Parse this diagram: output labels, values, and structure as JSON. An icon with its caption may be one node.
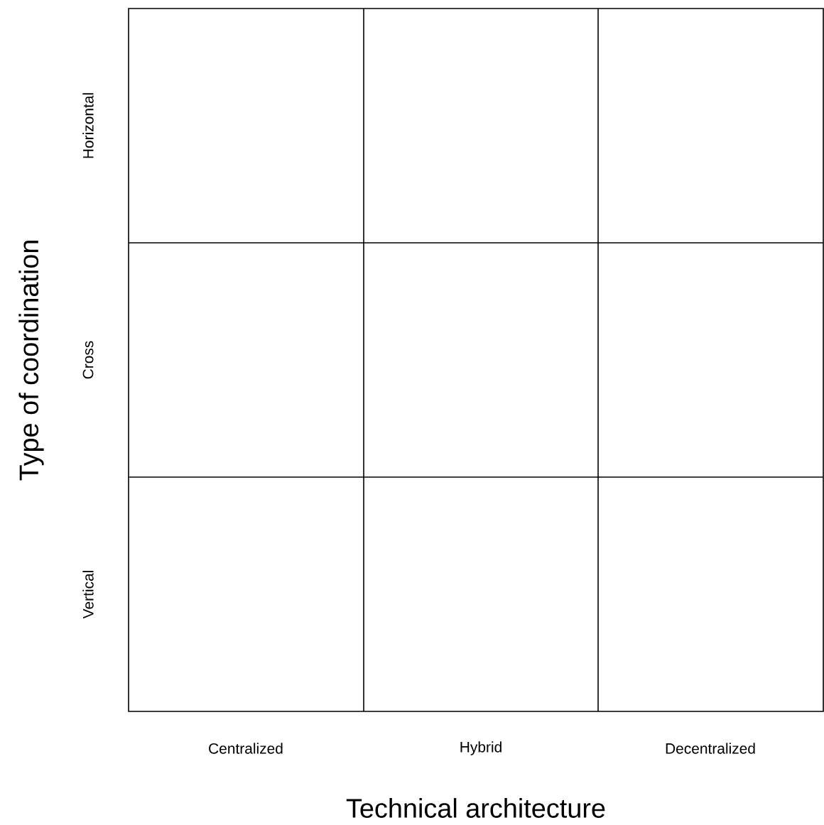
{
  "diagram": {
    "labels": [
      "Type of coordination",
      "Horizontal",
      "Cross",
      "Vertical",
      "Centralized",
      "Hybrid",
      "Decentralized",
      "Technical architecture"
    ]
  }
}
